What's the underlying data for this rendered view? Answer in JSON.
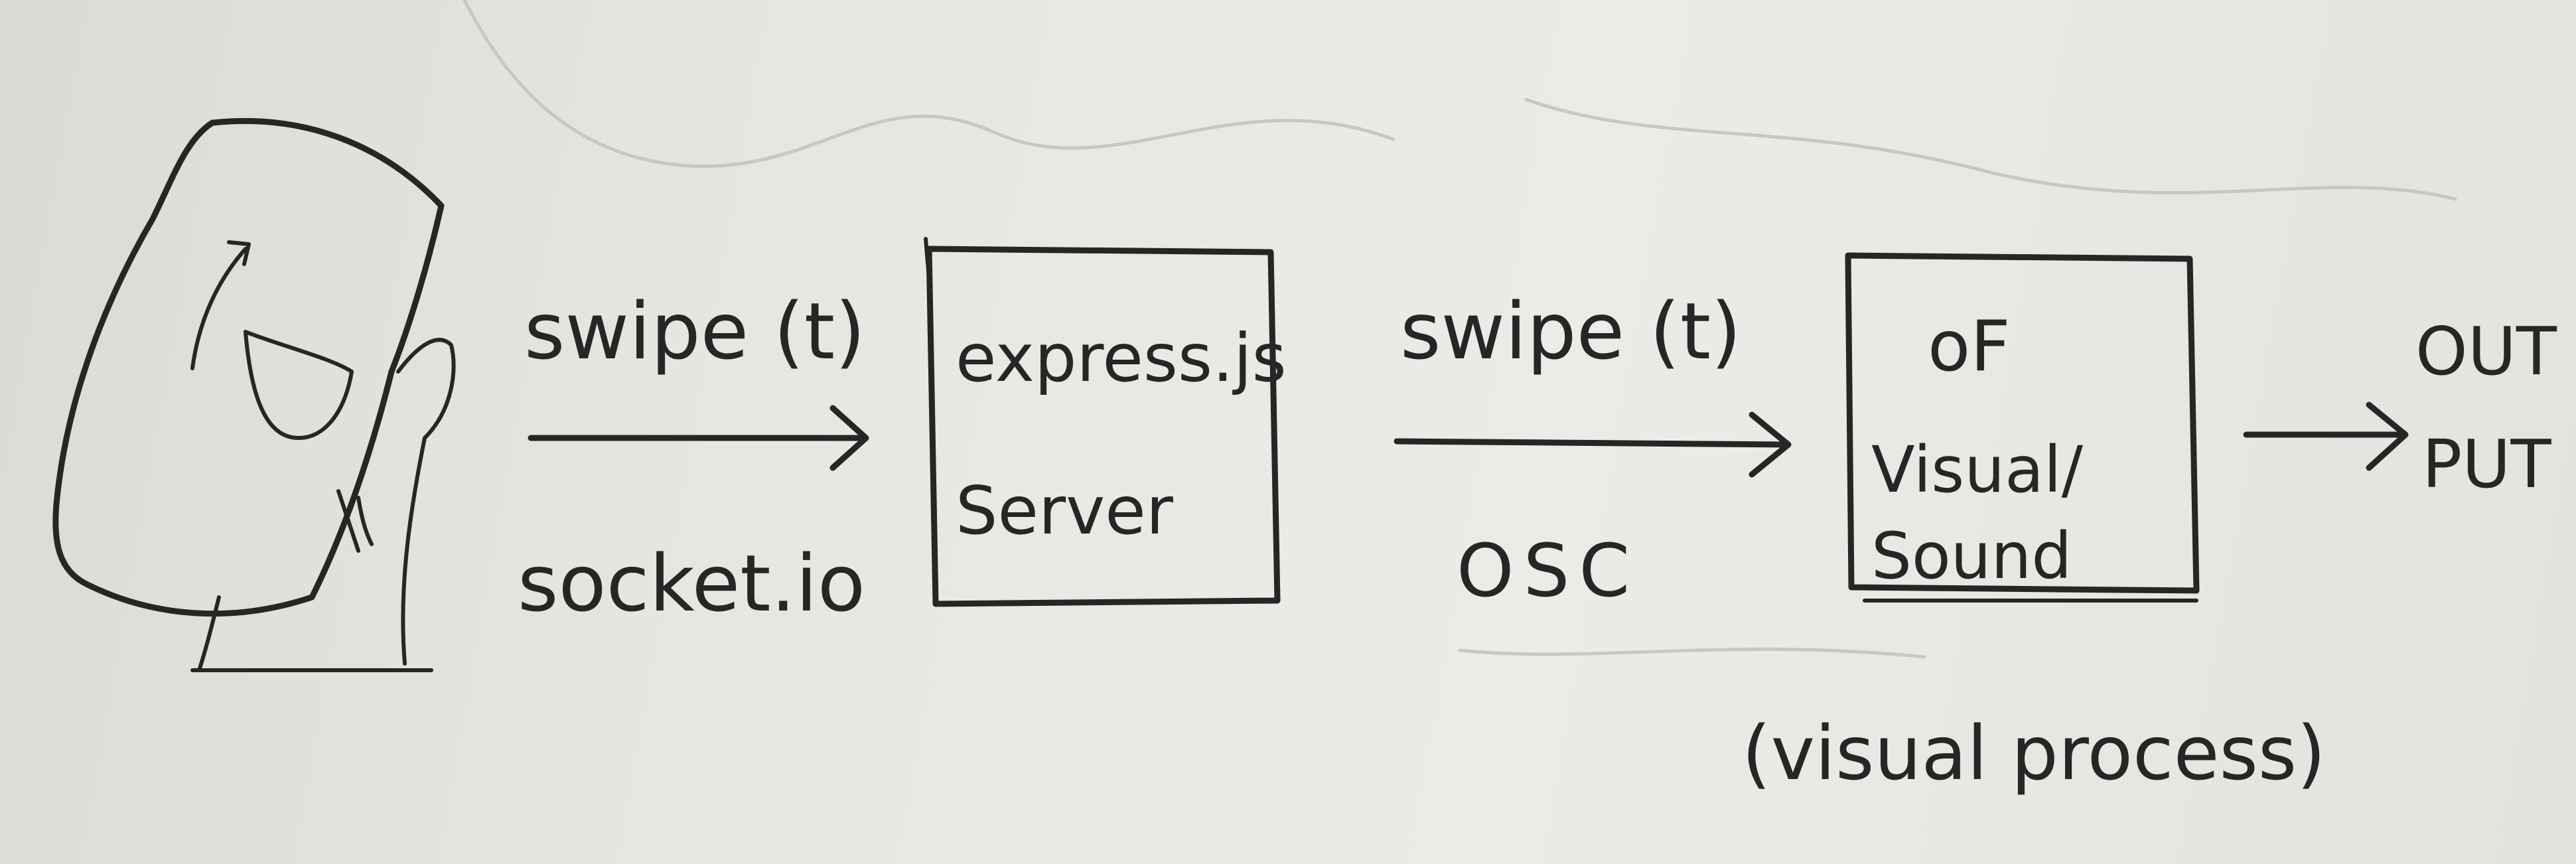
{
  "diagram": {
    "phone_to_server": {
      "label_top": "swipe (t)",
      "label_bottom": "socket.io"
    },
    "server_box": {
      "line1": "express.js",
      "line2": "Server"
    },
    "server_to_of": {
      "label_top": "swipe (t)",
      "label_bottom": "OSC"
    },
    "of_box": {
      "title": "oF",
      "line1": "Visual/",
      "line2": "Sound"
    },
    "of_note": "(visual process)",
    "output": {
      "line1": "OUT",
      "line2": "PUT"
    }
  },
  "colors": {
    "ink": "#262626",
    "paper": "#e8e6e1"
  }
}
